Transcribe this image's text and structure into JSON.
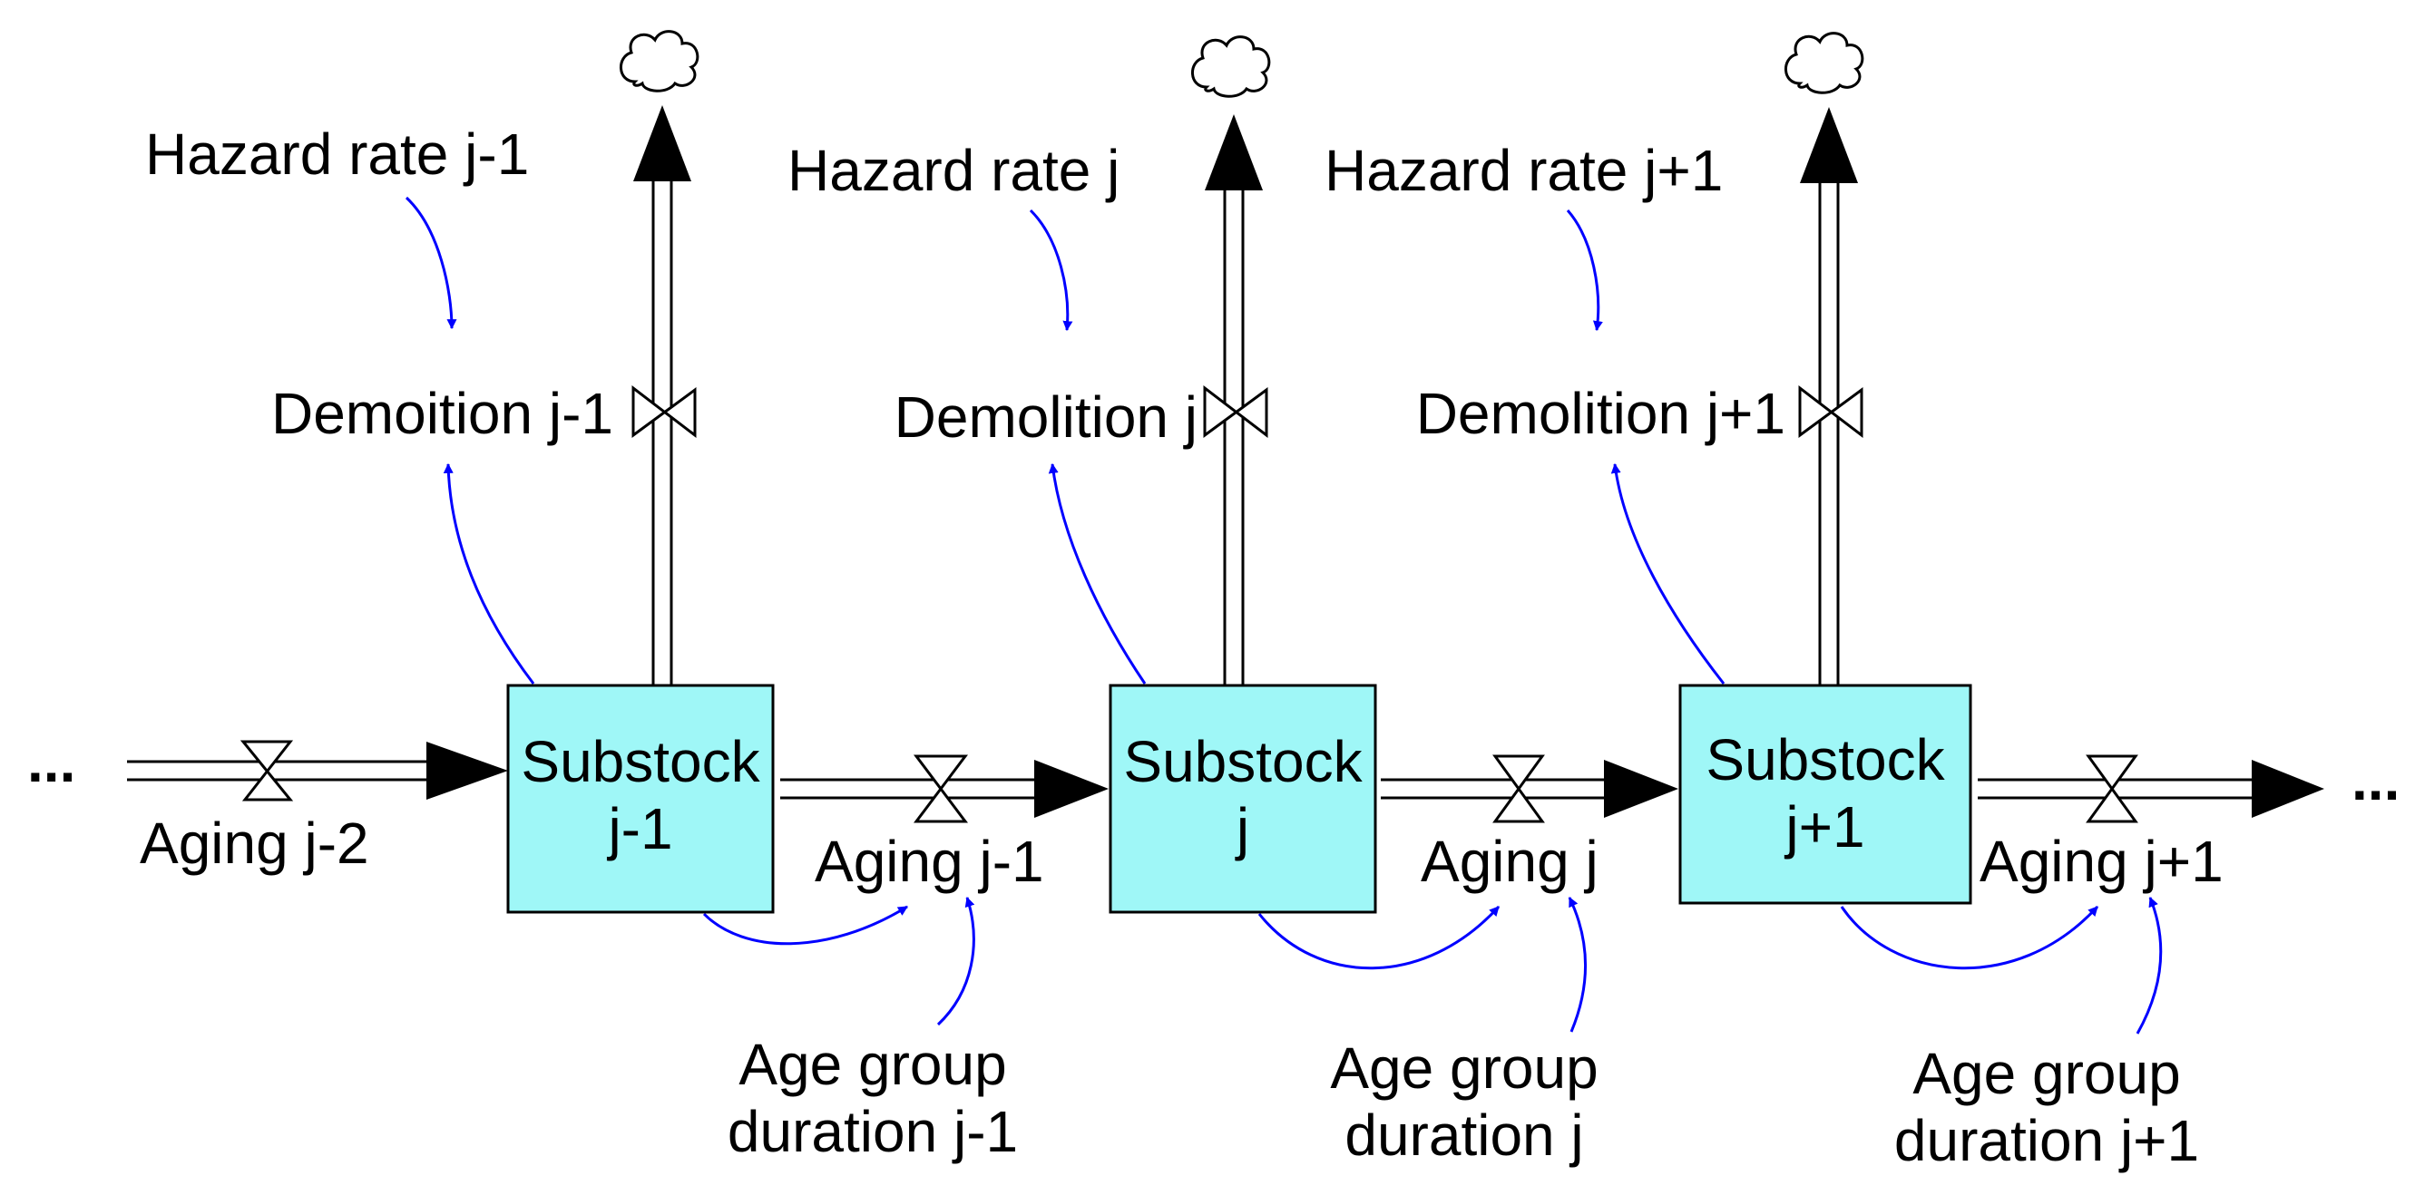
{
  "diagram": {
    "leading_ellipsis": "...",
    "trailing_ellipsis": "...",
    "colors": {
      "stock_fill": "#9ff7f7",
      "causal_link": "#0000ff",
      "flow_pipe": "#000000"
    },
    "columns": [
      {
        "stock_line1": "Substock",
        "stock_line2": "j-1",
        "hazard": "Hazard rate j-1",
        "demolition": "Demoition j-1",
        "aging": "Aging j-1",
        "duration_line1": "Age group",
        "duration_line2": "duration j-1"
      },
      {
        "stock_line1": "Substock",
        "stock_line2": "j",
        "hazard": "Hazard rate j",
        "demolition": "Demolition j",
        "aging": "Aging j",
        "duration_line1": "Age group",
        "duration_line2": "duration j"
      },
      {
        "stock_line1": "Substock",
        "stock_line2": "j+1",
        "hazard": "Hazard rate j+1",
        "demolition": "Demolition j+1",
        "aging": "Aging j+1",
        "duration_line1": "Age group",
        "duration_line2": "duration j+1"
      }
    ],
    "inflow_label": "Aging j-2"
  }
}
